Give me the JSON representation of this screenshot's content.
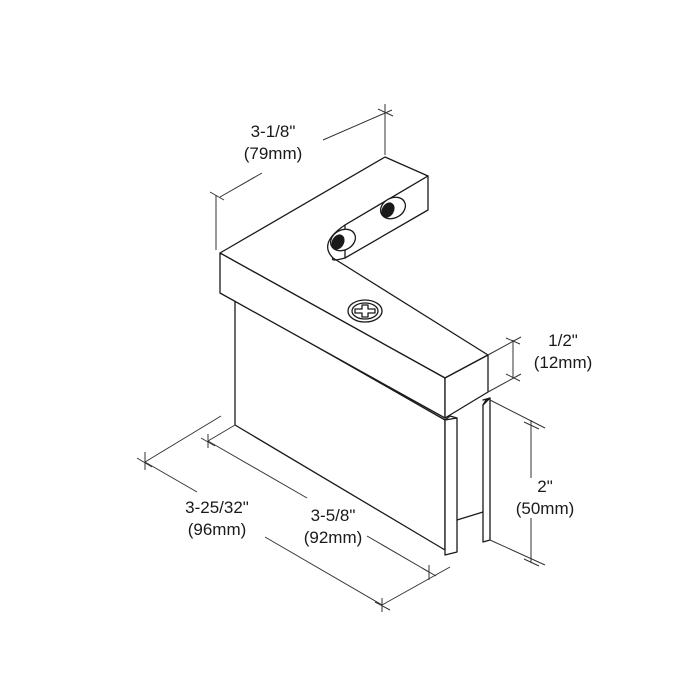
{
  "diagram": {
    "subject": "corner glass clamp / hinge technical drawing",
    "colors": {
      "line": "#1a1a1a",
      "background": "#ffffff",
      "hole_fill": "#1a1a1a"
    },
    "icons": [
      "phillips-screw-icon",
      "mounting-hole-icon"
    ],
    "dimensions": {
      "top_width": {
        "imperial": "3-1/8\"",
        "metric": "(79mm)"
      },
      "thickness": {
        "imperial": "1/2\"",
        "metric": "(12mm)"
      },
      "glass_height": {
        "imperial": "2\"",
        "metric": "(50mm)"
      },
      "overall_length": {
        "imperial": "3-25/32\"",
        "metric": "(96mm)"
      },
      "plate_length": {
        "imperial": "3-5/8\"",
        "metric": "(92mm)"
      }
    }
  }
}
